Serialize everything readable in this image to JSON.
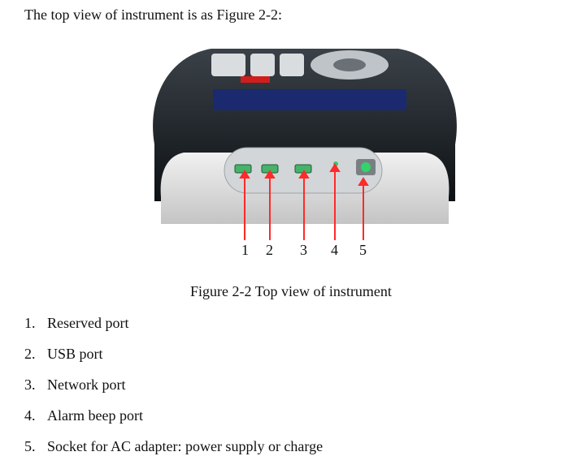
{
  "intro_text": "The top view of instrument is as Figure 2-2:",
  "callouts": [
    "1",
    "2",
    "3",
    "4",
    "5"
  ],
  "caption": "Figure 2-2 Top view of instrument",
  "items": [
    {
      "num": "1.",
      "text": "Reserved port"
    },
    {
      "num": "2.",
      "text": "USB port"
    },
    {
      "num": "3.",
      "text": "Network port"
    },
    {
      "num": "4.",
      "text": "Alarm beep port"
    },
    {
      "num": "5.",
      "text": "Socket for AC adapter: power supply or charge"
    }
  ]
}
